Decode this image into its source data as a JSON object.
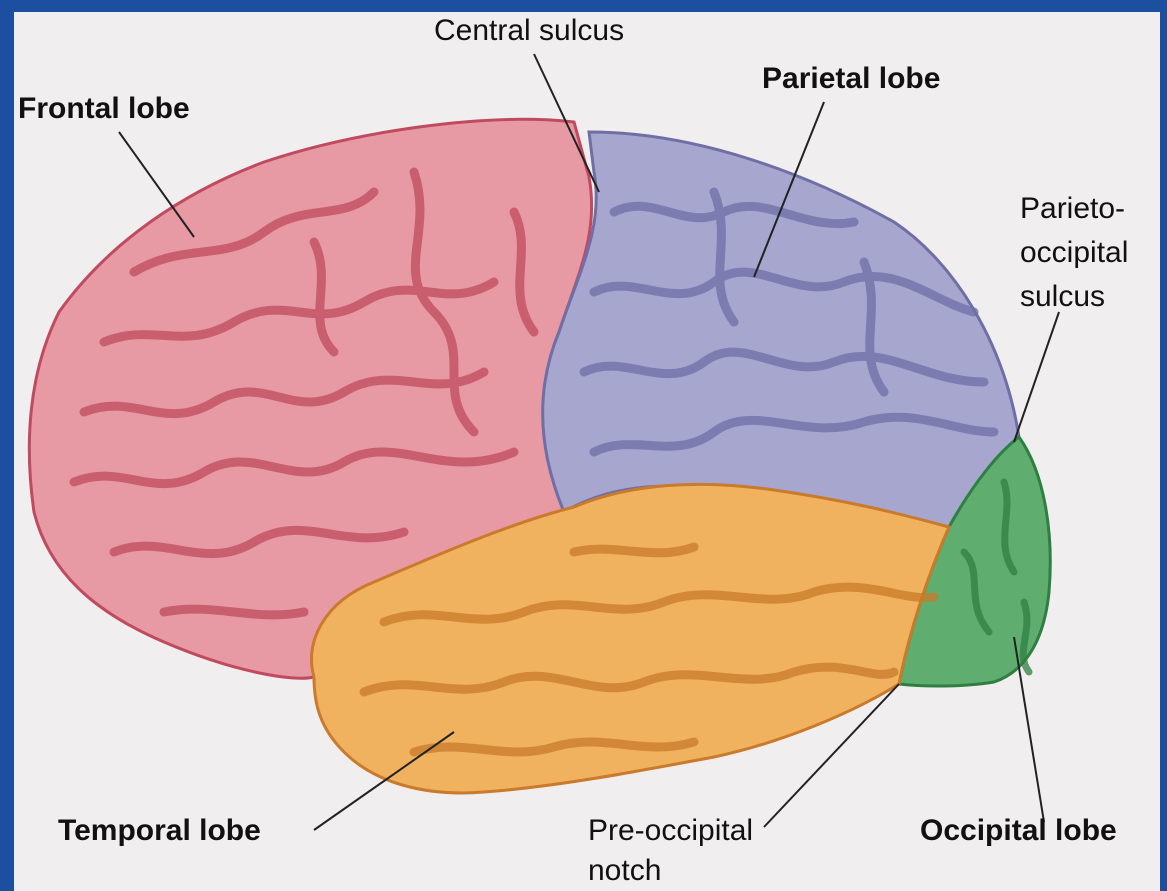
{
  "labels": {
    "central_sulcus": "Central sulcus",
    "frontal_lobe": "Frontal lobe",
    "parietal_lobe": "Parietal lobe",
    "parieto_occipital_line1": "Parieto-",
    "parieto_occipital_line2": "occipital",
    "parieto_occipital_line3": "sulcus",
    "temporal_lobe": "Temporal lobe",
    "pre_occipital_line1": "Pre-occipital",
    "pre_occipital_line2": "notch",
    "occipital_lobe": "Occipital lobe"
  },
  "colors": {
    "frame": "#1d4fa0",
    "background": "#f0eeef",
    "frontal": "#e79aa3",
    "frontal_sulci": "#c04a5e",
    "parietal": "#a6a6cf",
    "parietal_sulci": "#6f6fa6",
    "temporal": "#f0b25e",
    "temporal_sulci": "#c97a2a",
    "occipital": "#5fae6f",
    "occipital_sulci": "#2f7f43"
  }
}
